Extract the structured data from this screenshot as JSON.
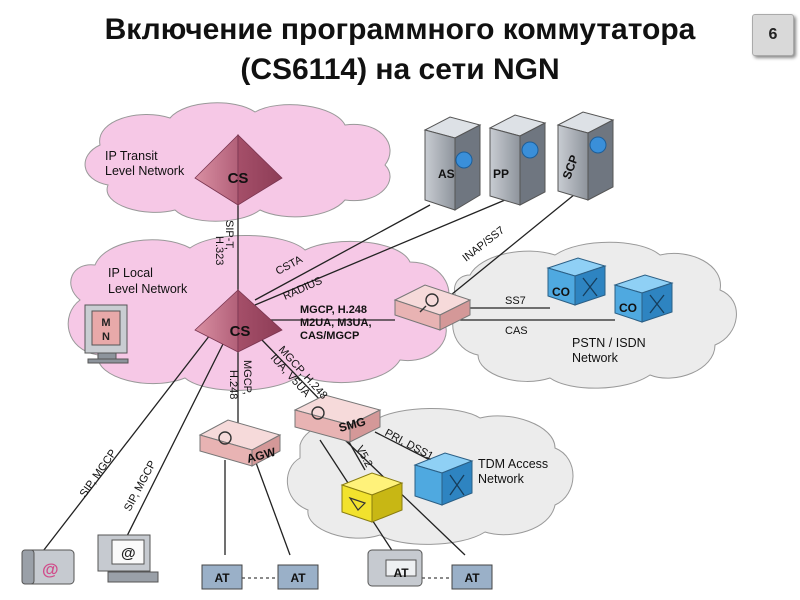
{
  "title": {
    "line1": "Включение программного коммутатора",
    "line2": "(CS6114) на сети NGN"
  },
  "page_number": "6",
  "clouds": {
    "ip_transit": [
      "IP Transit",
      "Level Network"
    ],
    "ip_local": [
      "IP Local",
      "Level Network"
    ],
    "pstn": [
      "PSTN / ISDN",
      "Network"
    ],
    "tdm": [
      "TDM Access",
      "Network"
    ]
  },
  "nodes": {
    "cs_top": "CS",
    "cs_main": "CS",
    "agw": "AGW",
    "smg": "SMG",
    "as": "AS",
    "pp": "PP",
    "scp": "SCP",
    "co1": "CO",
    "co2": "CO",
    "mn1": "M",
    "mn2": "N",
    "at1": "AT",
    "at2": "AT",
    "at3": "AT",
    "at4": "AT"
  },
  "links": {
    "sip_t": "SIP-T,",
    "h323": "H.323",
    "csta": "CSTA",
    "radius": "RADIUS",
    "inap": "INAP/SS7",
    "ctrl1": "MGCP, H.248",
    "ctrl2": "M2UA, M3UA,",
    "ctrl3": "CAS/MGCP",
    "ss7": "SS7",
    "cas": "CAS",
    "mgcp_agw": "MGCP,",
    "h248_agw": "H.248",
    "smg1": "MGCP, H.248",
    "smg2": "IUA, V5UA",
    "pri": "PRI, DSS1",
    "v52": "V5.2",
    "sip_mgcp_1": "SIP, MGCP",
    "sip_mgcp_2": "SIP, MGCP"
  },
  "colors": {
    "cloud_pink": "#f6c8e6",
    "cloud_gray": "#ececec",
    "pyramid": "#c77b8f",
    "router": "#f0c4c4",
    "co_blue": "#4fa9e0",
    "server_blue": "#3a8fd9",
    "yellow": "#f2e22d"
  }
}
